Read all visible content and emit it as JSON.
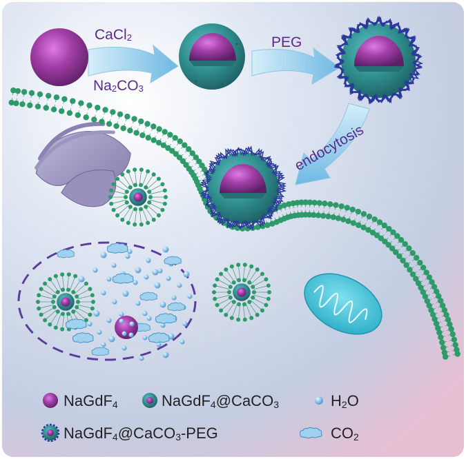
{
  "labels": {
    "step1_top": "CaCl",
    "step1_top_sub": "2",
    "step1_bottom": "Na",
    "step1_bottom_sub1": "2",
    "step1_bottom_mid": "CO",
    "step1_bottom_sub2": "3",
    "step2": "PEG",
    "step3": "endocytosis"
  },
  "legend": {
    "item1_main": "NaGdF",
    "item1_sub": "4",
    "item2_main": "NaGdF",
    "item2_sub": "4",
    "item2_tail": "@CaCO",
    "item2_tail_sub": "3",
    "item3_main": "H",
    "item3_sub": "2",
    "item3_tail": "O",
    "item4_main": "NaGdF",
    "item4_sub": "4",
    "item4_tail": "@CaCO",
    "item4_tail_sub": "3",
    "item4_end": "-PEG",
    "item5_main": "CO",
    "item5_sub": "2"
  },
  "colors": {
    "core_purple": "#a23fa6",
    "shell_teal": "#2f8d8c",
    "peg_blue": "#2a3a9a",
    "membrane_green": "#2e9a6a",
    "arrow_blue": "#8ecae8",
    "golgi": "#8f87b4",
    "mito": "#3cc0d8",
    "dashed_purple": "#5b3e9a"
  }
}
